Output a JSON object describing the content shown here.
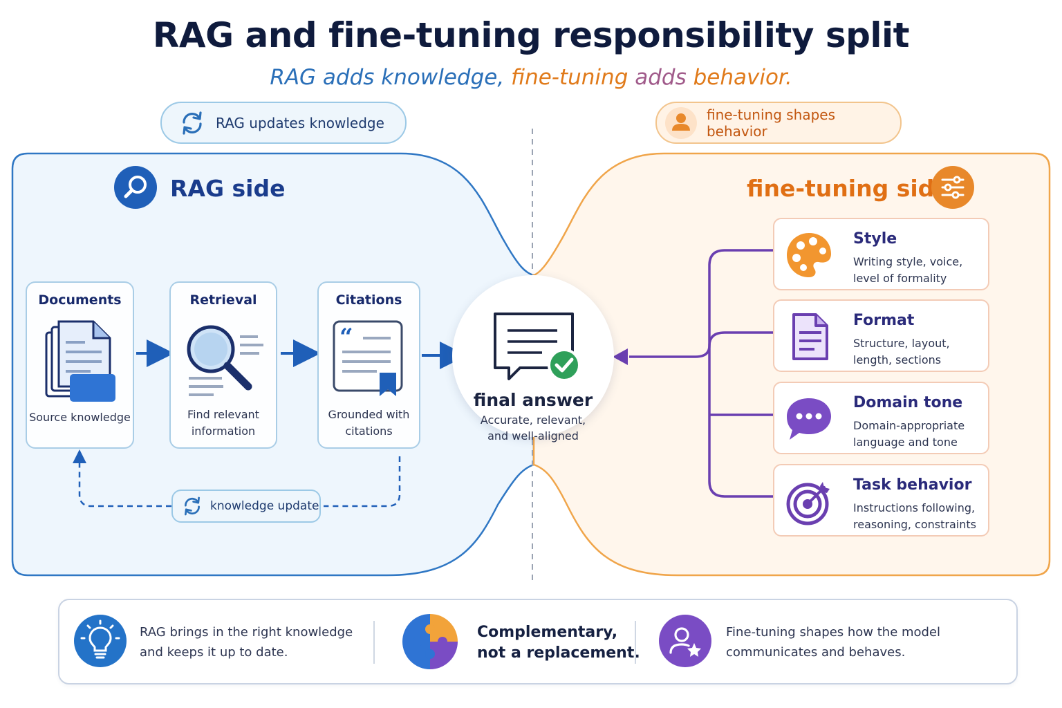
{
  "title": "RAG and fine-tuning responsibility split",
  "subtitle": {
    "part1": "RAG adds knowledge,",
    "part2": "fine-tuning",
    "part3": "adds",
    "part4": "behavior."
  },
  "pills": {
    "rag": "RAG updates knowledge",
    "ft": "fine-tuning shapes behavior"
  },
  "rag_side": {
    "title": "RAG side",
    "steps": [
      {
        "title": "Documents",
        "caption": [
          "Source knowledge"
        ]
      },
      {
        "title": "Retrieval",
        "caption": [
          "Find relevant",
          "information"
        ]
      },
      {
        "title": "Citations",
        "caption": [
          "Grounded with",
          "citations"
        ]
      }
    ],
    "update_label": "knowledge update"
  },
  "answer": {
    "title": "final answer",
    "line1": "Accurate, relevant,",
    "line2": "and well-aligned"
  },
  "ft_side": {
    "title": "fine-tuning side",
    "items": [
      {
        "name": "Style",
        "line1": "Writing style, voice,",
        "line2": "level of formality",
        "icon": "palette-icon"
      },
      {
        "name": "Format",
        "line1": "Structure, layout,",
        "line2": "length, sections",
        "icon": "document-icon"
      },
      {
        "name": "Domain tone",
        "line1": "Domain-appropriate",
        "line2": "language and tone",
        "icon": "chat-bubble-icon"
      },
      {
        "name": "Task behavior",
        "line1": "Instructions following,",
        "line2": "reasoning, constraints",
        "icon": "target-icon"
      }
    ]
  },
  "summary": {
    "left_line1": "RAG brings in the right knowledge",
    "left_line2": "and keeps it up to date.",
    "mid_line1": "Complementary,",
    "mid_line2": "not a replacement.",
    "right_line1": "Fine-tuning shapes how the model",
    "right_line2": "communicates and behaves."
  },
  "colors": {
    "rag_blue": "#2a6fb8",
    "ft_orange": "#e8882a",
    "ft_purple": "#6a3fb0",
    "answer_green": "#2fa05a"
  }
}
